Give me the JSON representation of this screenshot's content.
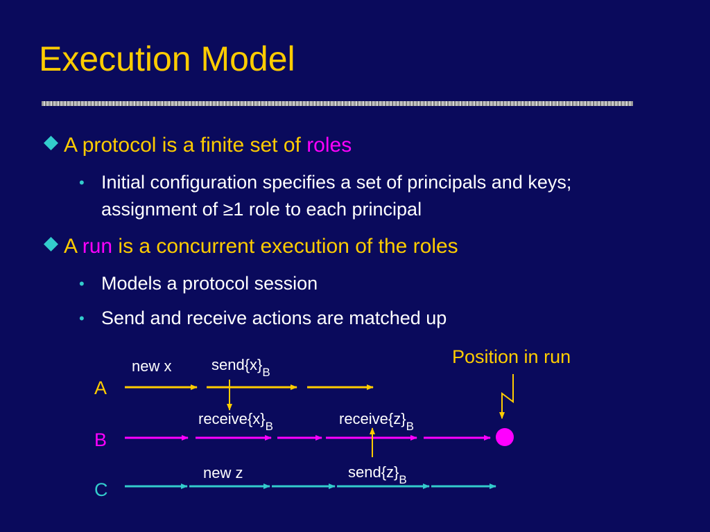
{
  "slide": {
    "title": "Execution Model",
    "bullets": [
      {
        "parts": [
          "A protocol is a finite set of ",
          "roles"
        ],
        "subs": [
          "Initial configuration specifies a set of principals and keys; assignment of ≥1 role to each principal"
        ]
      },
      {
        "parts": [
          "A ",
          "run",
          " is a concurrent execution of the roles"
        ],
        "subs": [
          "Models a protocol session",
          "Send and receive actions are matched up"
        ]
      }
    ]
  },
  "diagram": {
    "colors": {
      "A": "#ffcc00",
      "B": "#ff00ff",
      "C": "#33cccc",
      "text": "#ffffff",
      "annotation": "#ffcc00"
    },
    "roles": [
      "A",
      "B",
      "C"
    ],
    "actions": {
      "new_x": "new x",
      "send_x_B": {
        "text": "send{x}",
        "sub": "B"
      },
      "receive_x_B": {
        "text": "receive{x}",
        "sub": "B"
      },
      "receive_z_B": {
        "text": "receive{z}",
        "sub": "B"
      },
      "new_z": "new z",
      "send_z_B": {
        "text": "send{z}",
        "sub": "B"
      }
    },
    "annotation": "Position in run"
  }
}
